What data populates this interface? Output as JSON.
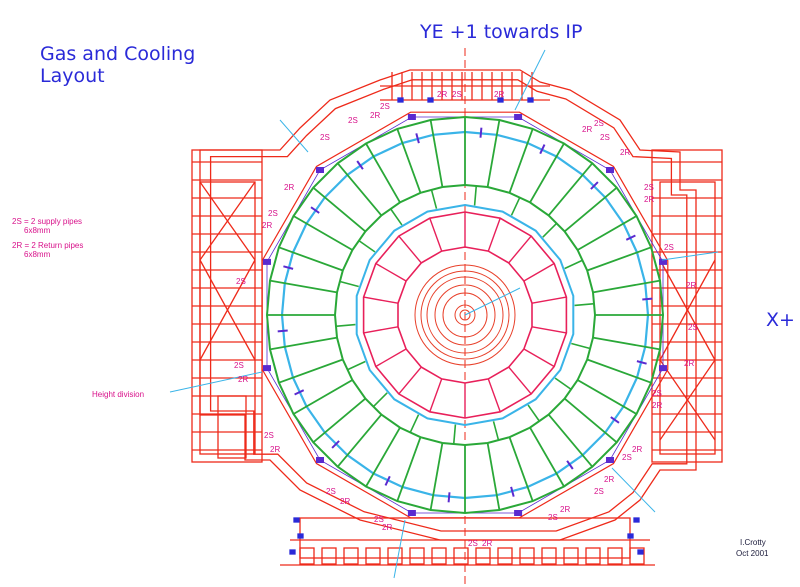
{
  "title": {
    "line1": "Gas and Cooling",
    "line2": "Layout"
  },
  "heading": "YE +1 towards IP",
  "axis_label": "X+",
  "legend": {
    "line1": "2S = 2 supply pipes",
    "line2": "6x8mm",
    "line3": "2R = 2 Return pipes",
    "line4": "6x8mm"
  },
  "annotation": {
    "height_division": "Height division"
  },
  "signature": {
    "name": "I.Crotty",
    "date": "Oct 2001"
  },
  "pipe_labels": {
    "top_row": [
      "2R",
      "2S",
      "2R",
      "2S",
      "2R",
      "2S",
      "2S",
      "2R",
      "2S",
      "2R",
      "2S"
    ],
    "left_side": [
      "2R",
      "2S",
      "2R",
      "2S",
      "2S",
      "2R",
      "2S",
      "2R"
    ],
    "right_side": [
      "2S",
      "2R",
      "2S",
      "2R",
      "2S",
      "2R",
      "2S",
      "2R"
    ],
    "bottom_row": [
      "2S",
      "2R",
      "2S",
      "2R",
      "2S",
      "2R",
      "2S",
      "2R",
      "2S",
      "2R",
      "2S",
      "2R"
    ]
  },
  "colors": {
    "structure": "#ee2a1a",
    "green": "#2aa838",
    "cyan": "#3ab4e8",
    "magenta": "#d8108a",
    "blue_text": "#2a2ad8",
    "purple": "#5a2ad0"
  }
}
